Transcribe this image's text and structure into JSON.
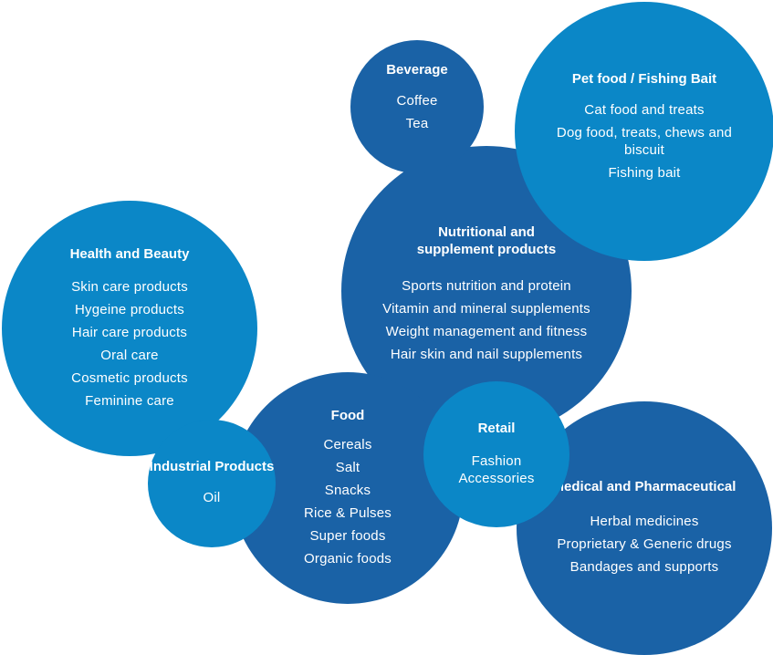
{
  "bubbles": {
    "beverage": {
      "title": "Beverage",
      "items": [
        "Coffee",
        "Tea"
      ]
    },
    "pet_food": {
      "title": "Pet food / Fishing Bait",
      "items": [
        "Cat food and treats",
        "Dog food, treats, chews and biscuit",
        "Fishing bait"
      ]
    },
    "nutrition": {
      "title": "Nutritional and supplement products",
      "items": [
        "Sports nutrition and protein",
        "Vitamin and mineral supplements",
        "Weight management and fitness",
        "Hair skin and nail supplements"
      ]
    },
    "health": {
      "title": "Health and Beauty",
      "items": [
        "Skin care products",
        "Hygeine products",
        "Hair care products",
        "Oral care",
        "Cosmetic products",
        "Feminine care"
      ]
    },
    "food": {
      "title": "Food",
      "items": [
        "Cereals",
        "Salt",
        "Snacks",
        "Rice & Pulses",
        "Super foods",
        "Organic foods"
      ]
    },
    "industrial": {
      "title": "Industrial Products",
      "items": [
        "Oil"
      ]
    },
    "retail": {
      "title": "Retail",
      "items": [
        "Fashion Accessories"
      ]
    },
    "medical": {
      "title": "Medical and Pharmaceutical",
      "items": [
        "Herbal medicines",
        "Proprietary & Generic drugs",
        "Bandages and supports"
      ]
    }
  },
  "colors": {
    "dark_blue": "#1a62a6",
    "light_blue": "#0b87c7",
    "text": "#ffffff"
  }
}
